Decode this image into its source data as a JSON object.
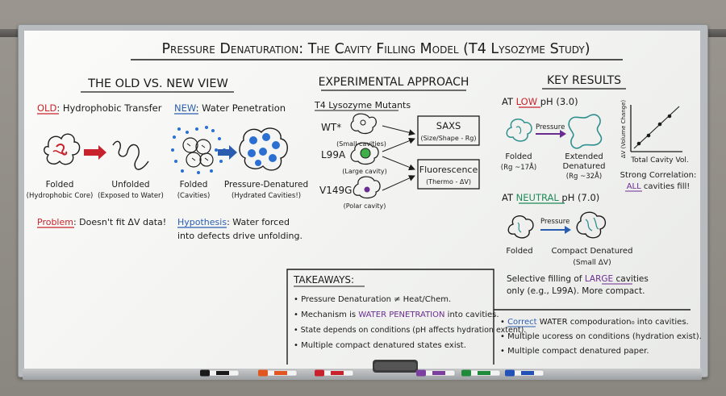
{
  "title": "Pressure Denaturation: The Cavity Filling Model (T4 Lysozyme Study)",
  "old_new": {
    "heading": "The old vs. new view",
    "old_prefix": "OLD",
    "old_rest": ": Hydrophobic Transfer",
    "new_prefix": "NEW",
    "new_rest": ": Water Penetration",
    "folded": "Folded",
    "folded_sub": "(Hydrophobic Core)",
    "unfolded": "Unfolded",
    "unfolded_sub": "(Exposed to Water)",
    "folded_cav": "Folded",
    "folded_cav_sub": "(Cavities)",
    "pd": "Pressure-Denatured",
    "pd_sub": "(Hydrated Cavities!)",
    "problem_prefix": "Problem",
    "problem_rest": ": Doesn't fit ΔV data!",
    "hyp_prefix": "Hypothesis",
    "hyp_rest1": ": Water forced",
    "hyp_rest2": "into defects drive unfolding."
  },
  "experimental": {
    "heading": "Experimental approach",
    "subheading": "T4 Lysozyme Mutants",
    "mutants": [
      {
        "name": "WT*",
        "note": "(Small cavities)"
      },
      {
        "name": "L99A",
        "note": "(Large cavity)"
      },
      {
        "name": "V149G",
        "note": "(Polar cavity)"
      }
    ],
    "saxs_title": "SAXS",
    "saxs_sub": "(Size/Shape - Rg)",
    "fluor_title": "Fluorescence",
    "fluor_sub": "(Thermo - ΔV)"
  },
  "results": {
    "heading": "Key results",
    "low_ph_pre": "AT",
    "low_ph_word": "LOW",
    "low_ph_post": "pH (3.0)",
    "pressure_label": "Pressure",
    "folded": "Folded",
    "folded_rg": "(Rg ~17Å)",
    "extended1": "Extended",
    "extended2": "Denatured",
    "extended_rg": "(Rg ~32Å)",
    "plot_ylabel": "ΔV (Volume Change)",
    "plot_xlabel": "Total Cavity Vol.",
    "corr_line1": "Strong Correlation:",
    "corr_all": "ALL",
    "corr_rest": "cavities fill!",
    "neutral_pre": "AT",
    "neutral_word": "NEUTRAL",
    "neutral_post": "pH (7.0)",
    "pressure_label2": "Pressure",
    "folded2": "Folded",
    "compact1": "Compact Denatured",
    "compact2": "(Small ΔV)",
    "selective_pre": "Selective filling of",
    "selective_word": "LARGE",
    "selective_post": "cavities",
    "selective_line2": "only (e.g., L99A). More compact."
  },
  "takeaways": {
    "heading": "Takeaways:",
    "items": [
      "Pressure Denaturation ≠ Heat/Chem.",
      "Mechanism is WATER PENETRATION into cavities.",
      "State depends on conditions (pH affects hydration extent).",
      "Multiple compact denatured states exist."
    ],
    "mechanism_pre": "Mechanism is ",
    "mechanism_word": "WATER PENETRATION",
    "mechanism_post": " into cavities."
  },
  "side_notes": {
    "items": [
      "Correct WATER compoduration₀ into cavities.",
      "Multiple ucoress on conditions (hydration exist).",
      "Multiple compact denatured paper."
    ],
    "first_underlined": "Correct",
    "first_rest": " WATER compoduration₀ into cavities."
  },
  "markers": [
    {
      "color": "#1a1a1a",
      "name": "black-marker"
    },
    {
      "color": "#e2571f",
      "name": "orange-marker"
    },
    {
      "color": "#c8232c",
      "name": "red-marker"
    },
    {
      "color": "#7b3fa0",
      "name": "purple-marker"
    },
    {
      "color": "#1f8a3a",
      "name": "green-marker"
    },
    {
      "color": "#2252b8",
      "name": "blue-marker"
    }
  ],
  "colors": {
    "red": "#c8232c",
    "blue": "#2a5db0",
    "purple": "#6a2c91",
    "green": "#1f8a5a",
    "teal": "#2f8f8f",
    "ink": "#1b1b1b",
    "water_dot": "#2a6fd1",
    "cavity_green": "#3fae4a"
  }
}
